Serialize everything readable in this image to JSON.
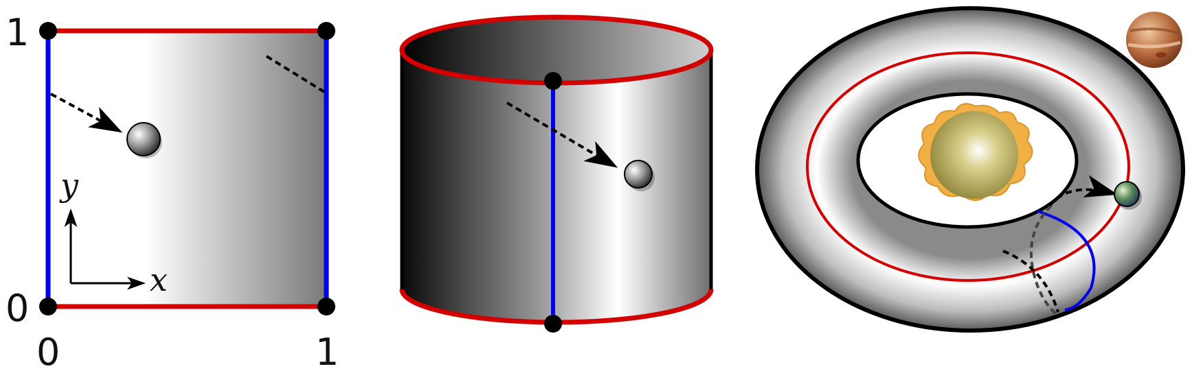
{
  "panels": [
    {
      "name": "unit-square"
    },
    {
      "name": "cylinder"
    },
    {
      "name": "torus"
    }
  ],
  "square_labels": {
    "y_top": "1",
    "y_bottom": "0",
    "x_left": "0",
    "x_right": "1",
    "axis_x": "x",
    "axis_y": "y"
  },
  "colors": {
    "edge_identified_horizontal": "#d40000",
    "edge_identified_vertical": "#0000ee",
    "outline": "#000000",
    "gradient_dark": "#1a1a1a",
    "gradient_light": "#ffffff"
  },
  "icons": [
    "ball-icon",
    "sun-icon",
    "earth-icon",
    "jupiter-icon"
  ]
}
